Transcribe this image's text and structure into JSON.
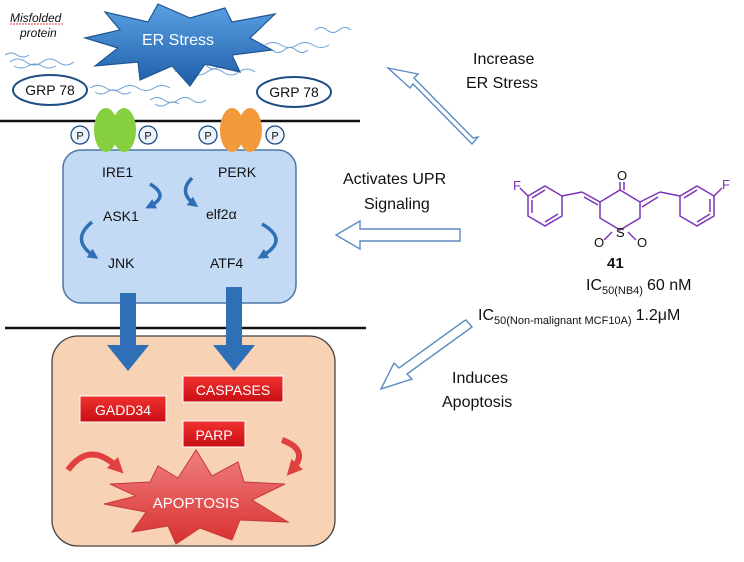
{
  "stress_region": {
    "misfolded_line1": "Misfolded",
    "misfolded_line2": "protein",
    "er_stress": "ER Stress",
    "grp78_left": "GRP 78",
    "grp78_right": "GRP 78"
  },
  "receptors": {
    "phospho_label": "P"
  },
  "cytoplasm": {
    "ire1": "IRE1",
    "perk": "PERK",
    "ask1": "ASK1",
    "elf2a": "elf2α",
    "jnk": "JNK",
    "atf4": "ATF4"
  },
  "nucleus": {
    "caspases": "CASPASES",
    "gadd34": "GADD34",
    "parp": "PARP",
    "apoptosis": "APOPTOSIS"
  },
  "side_labels": {
    "increase_line1": "Increase",
    "increase_line2": "ER Stress",
    "activates_line1": "Activates UPR",
    "activates_line2": "Signaling",
    "induces_line1": "Induces",
    "induces_line2": "Apoptosis"
  },
  "compound": {
    "number": "41",
    "f_left": "F",
    "f_right": "F",
    "oxygen_top": "O",
    "sulfur": "S",
    "oxygen_left": "O",
    "oxygen_right": "O",
    "ic50_1_prefix": "IC",
    "ic50_1_sub": "50(NB4)",
    "ic50_1_value": "60 nM",
    "ic50_2_prefix": "IC",
    "ic50_2_sub": "50(Non-malignant MCF10A)",
    "ic50_2_value": "1.2μM"
  },
  "colors": {
    "er_star": "#2f78c4",
    "cyto_fill": "#c3daf5",
    "cyto_stroke": "#4a78a8",
    "nucleus_fill": "#f8d2b4",
    "red_box": "#e3151b",
    "arrow_blue": "#2f6fb5",
    "ire1_green": "#86cf3e",
    "perk_orange": "#f29a3b",
    "molecule_purple": "#7a34b8",
    "apoptosis_red": "#e0393a"
  }
}
